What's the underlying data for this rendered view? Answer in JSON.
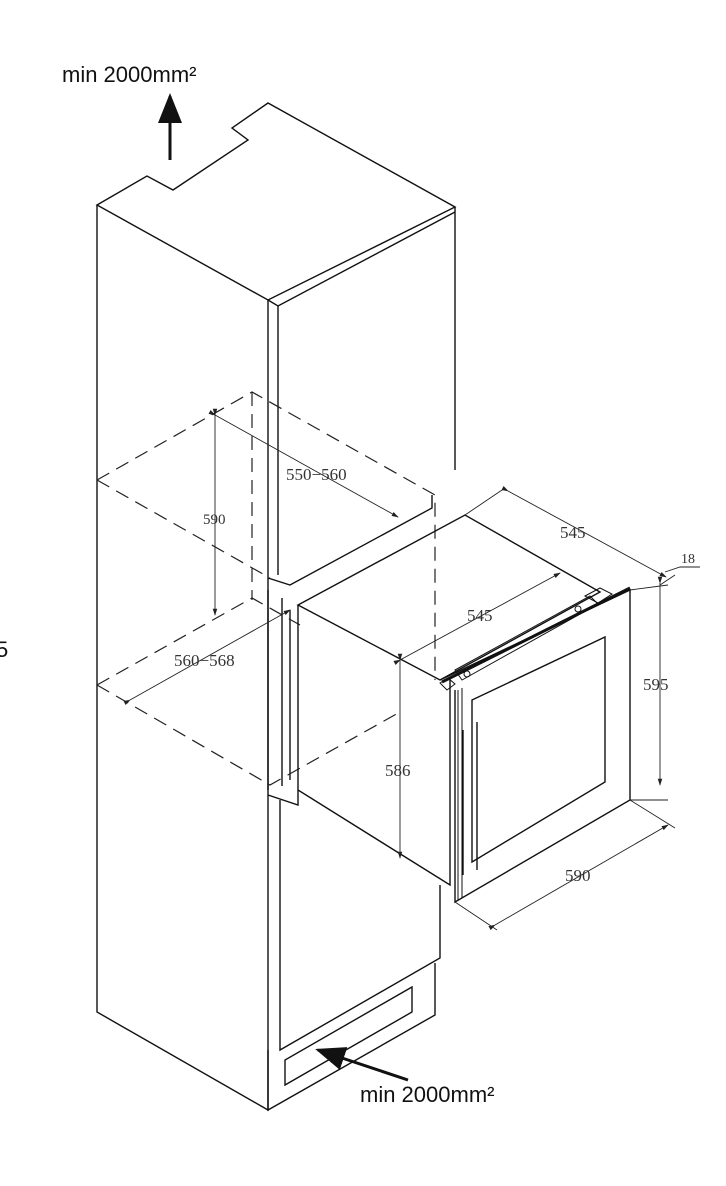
{
  "labels": {
    "top_ventilation": "min 2000mm²",
    "bottom_ventilation": "min 2000mm²",
    "edge_fragment": "5"
  },
  "dimensions": {
    "appliance_depth_top": "545",
    "appliance_depth_inner": "545",
    "door_thickness": "18",
    "appliance_height": "595",
    "appliance_width": "590",
    "body_height": "586",
    "niche_height": "590",
    "niche_depth": "550−560",
    "niche_width": "560−568"
  }
}
